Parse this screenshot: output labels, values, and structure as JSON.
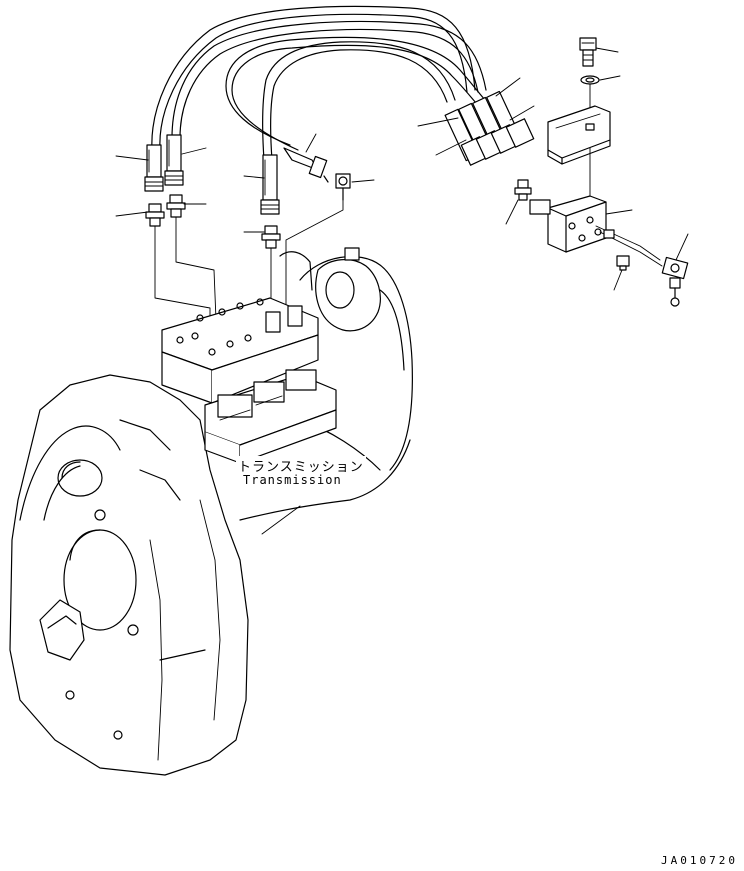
{
  "labels": {
    "part_jp": "トランスミッション",
    "part_en": "Transmission"
  },
  "drawing_id": "JA010720",
  "colors": {
    "ink": "#000000",
    "paper": "#ffffff"
  }
}
